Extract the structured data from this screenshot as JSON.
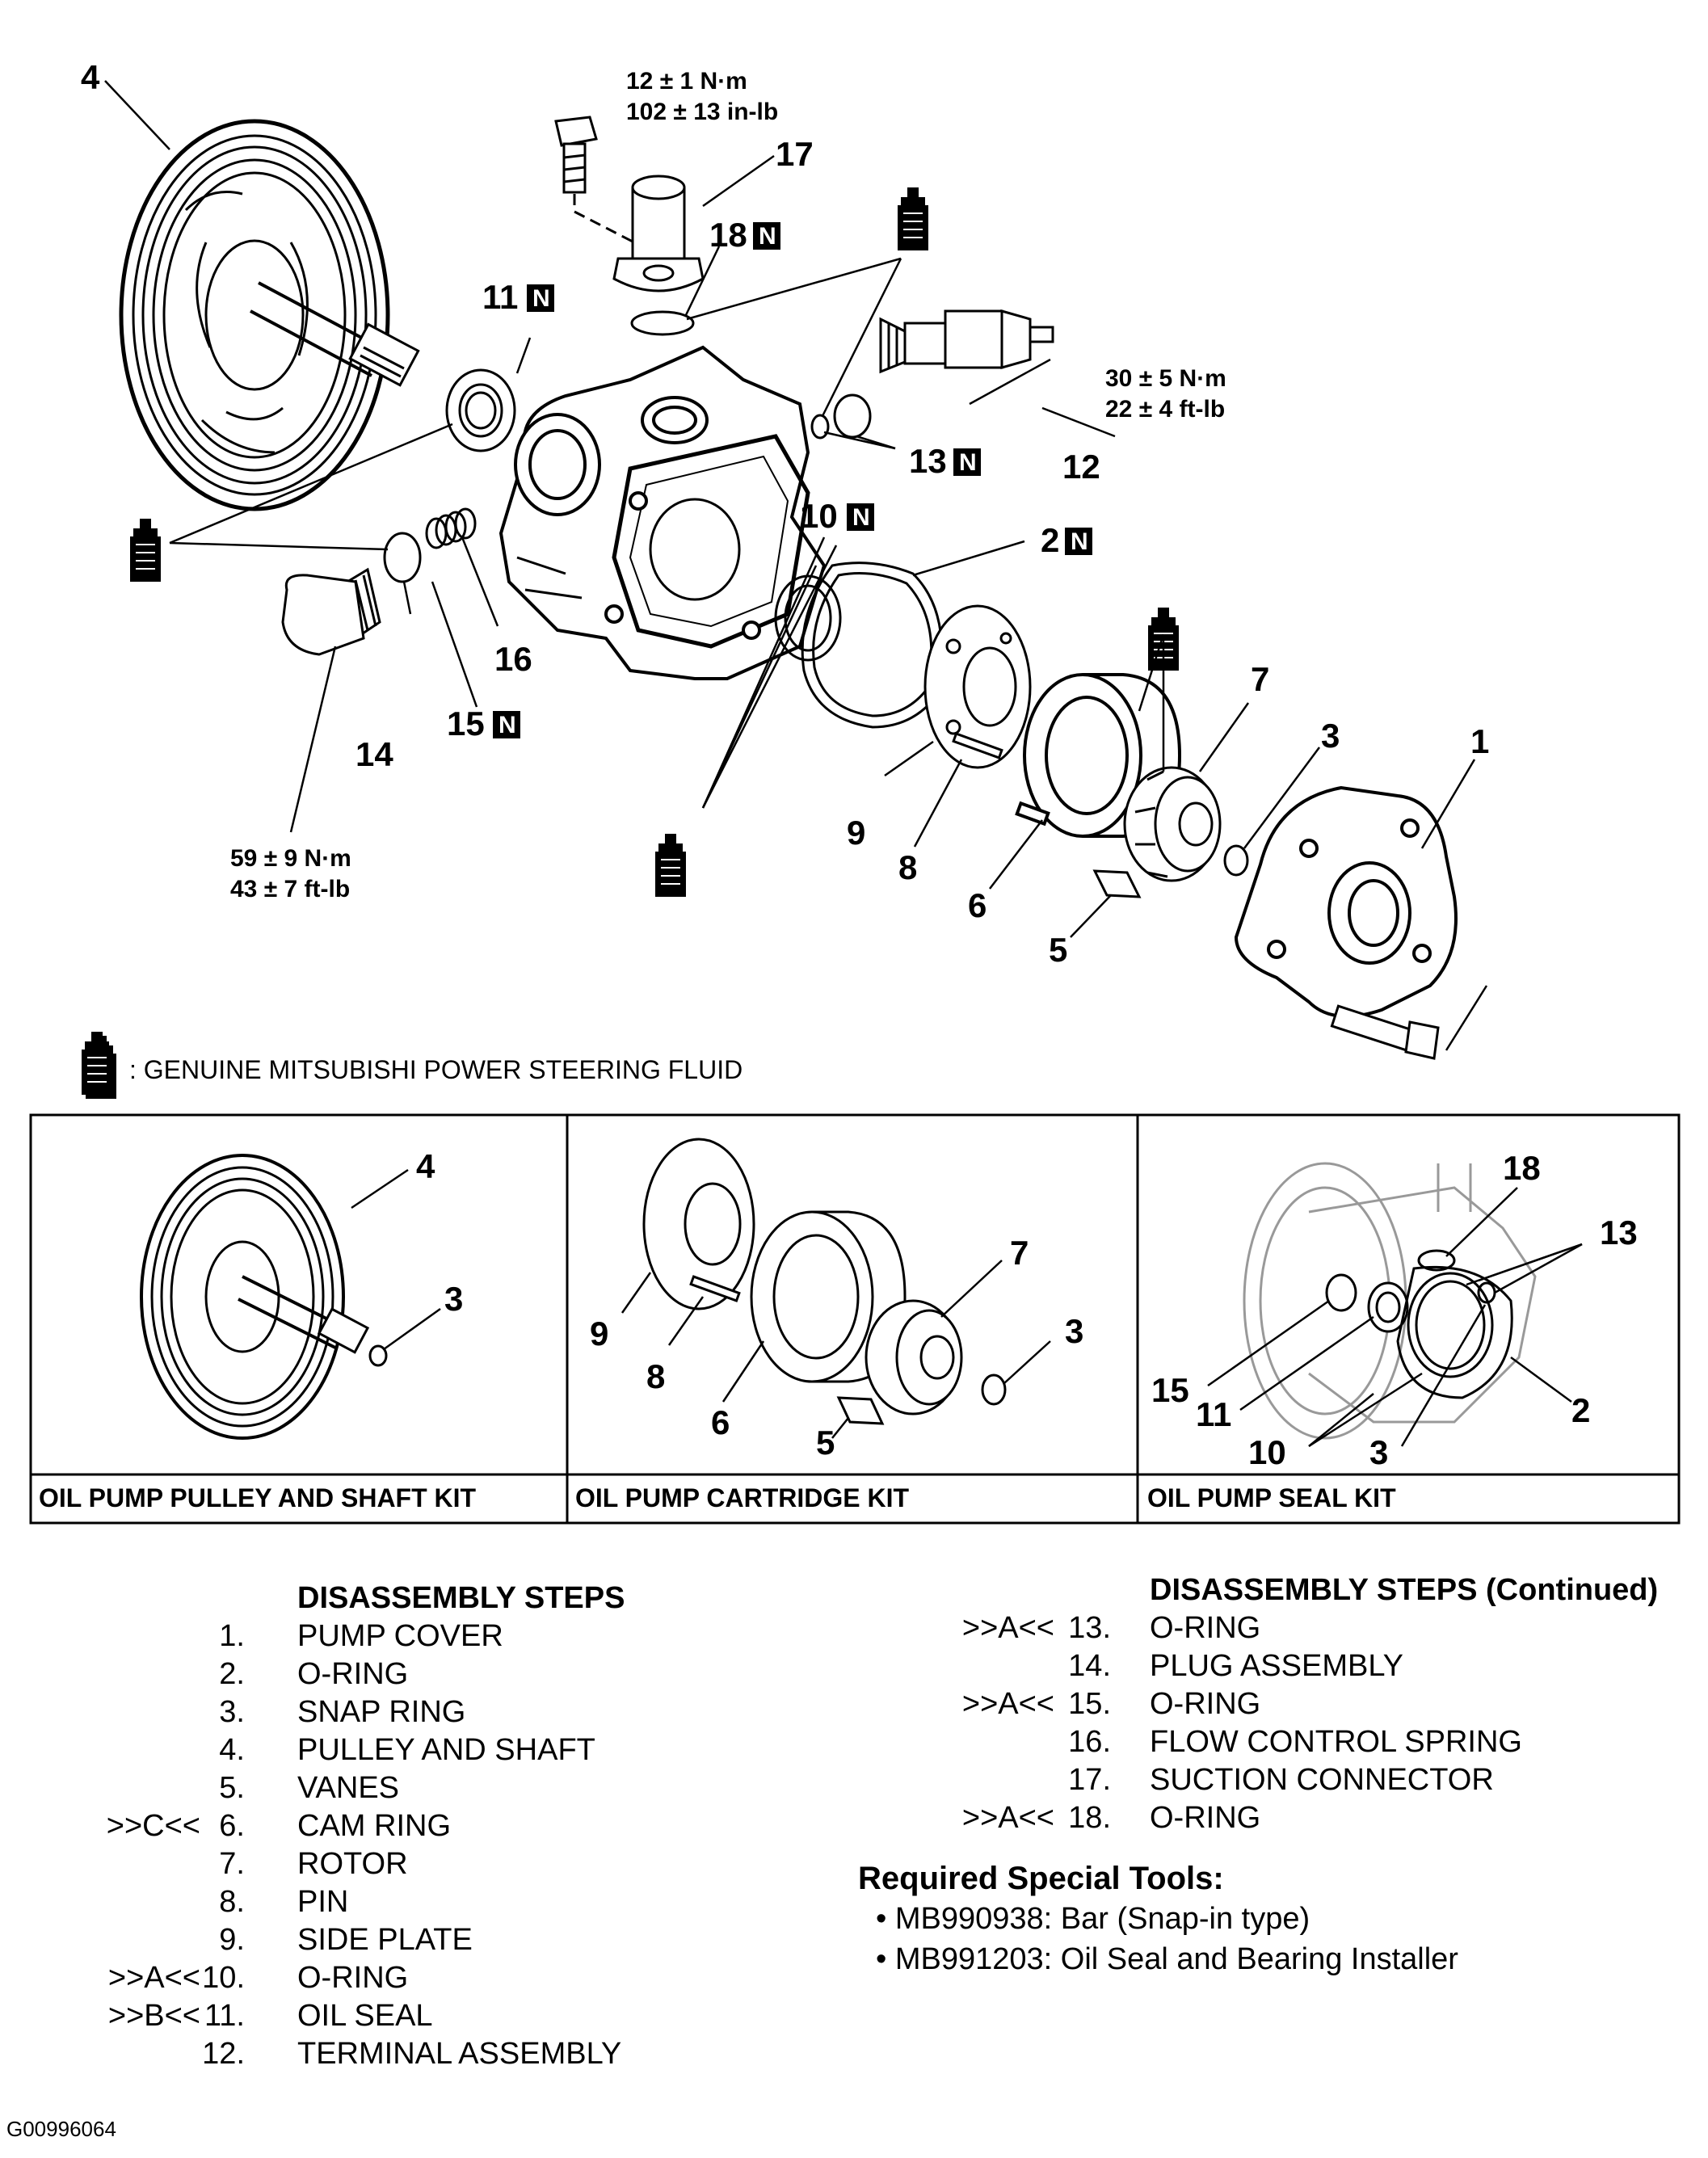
{
  "diagram": {
    "labels": {
      "n1": "1",
      "n2": "2",
      "n3": "3",
      "n4": "4",
      "n5": "5",
      "n6": "6",
      "n7": "7",
      "n8": "8",
      "n9": "9",
      "n10": "10",
      "n11": "11",
      "n12": "12",
      "n13": "13",
      "n14": "14",
      "n15": "15",
      "n16": "16",
      "n17": "17",
      "n18": "18",
      "new_mark": "N"
    },
    "torque": {
      "t17_metric": "12 ± 1 N·m",
      "t17_imperial": "102 ± 13 in-lb",
      "t12_metric": "30 ± 5 N·m",
      "t12_imperial": "22 ± 4 ft-lb",
      "t14_metric": "59 ± 9 N·m",
      "t14_imperial": "43 ± 7 ft-lb"
    },
    "legend_text": ": GENUINE MITSUBISHI POWER STEERING FLUID",
    "panels": [
      {
        "caption": "OIL PUMP PULLEY AND SHAFT KIT"
      },
      {
        "caption": "OIL PUMP CARTRIDGE KIT"
      },
      {
        "caption": "OIL PUMP SEAL KIT"
      }
    ]
  },
  "disassembly": {
    "title": "DISASSEMBLY STEPS",
    "title_continued": "DISASSEMBLY STEPS (Continued)",
    "steps_left": [
      {
        "mark": "",
        "num": "1.",
        "name": "PUMP COVER"
      },
      {
        "mark": "",
        "num": "2.",
        "name": "O-RING"
      },
      {
        "mark": "",
        "num": "3.",
        "name": "SNAP RING"
      },
      {
        "mark": "",
        "num": "4.",
        "name": "PULLEY AND SHAFT"
      },
      {
        "mark": "",
        "num": "5.",
        "name": "VANES"
      },
      {
        "mark": ">>C<<",
        "num": "6.",
        "name": "CAM RING"
      },
      {
        "mark": "",
        "num": "7.",
        "name": "ROTOR"
      },
      {
        "mark": "",
        "num": "8.",
        "name": "PIN"
      },
      {
        "mark": "",
        "num": "9.",
        "name": "SIDE PLATE"
      },
      {
        "mark": ">>A<<",
        "num": "10.",
        "name": "O-RING"
      },
      {
        "mark": ">>B<<",
        "num": "11.",
        "name": "OIL SEAL"
      },
      {
        "mark": "",
        "num": "12.",
        "name": "TERMINAL ASSEMBLY"
      }
    ],
    "steps_right": [
      {
        "mark": ">>A<<",
        "num": "13.",
        "name": "O-RING"
      },
      {
        "mark": "",
        "num": "14.",
        "name": "PLUG ASSEMBLY"
      },
      {
        "mark": ">>A<<",
        "num": "15.",
        "name": "O-RING"
      },
      {
        "mark": "",
        "num": "16.",
        "name": "FLOW CONTROL SPRING"
      },
      {
        "mark": "",
        "num": "17.",
        "name": "SUCTION CONNECTOR"
      },
      {
        "mark": ">>A<<",
        "num": "18.",
        "name": "O-RING"
      }
    ]
  },
  "tools": {
    "title": "Required Special Tools:",
    "items": [
      "MB990938: Bar (Snap-in type)",
      "MB991203: Oil Seal and Bearing Installer"
    ]
  },
  "figure_id": "G00996064"
}
